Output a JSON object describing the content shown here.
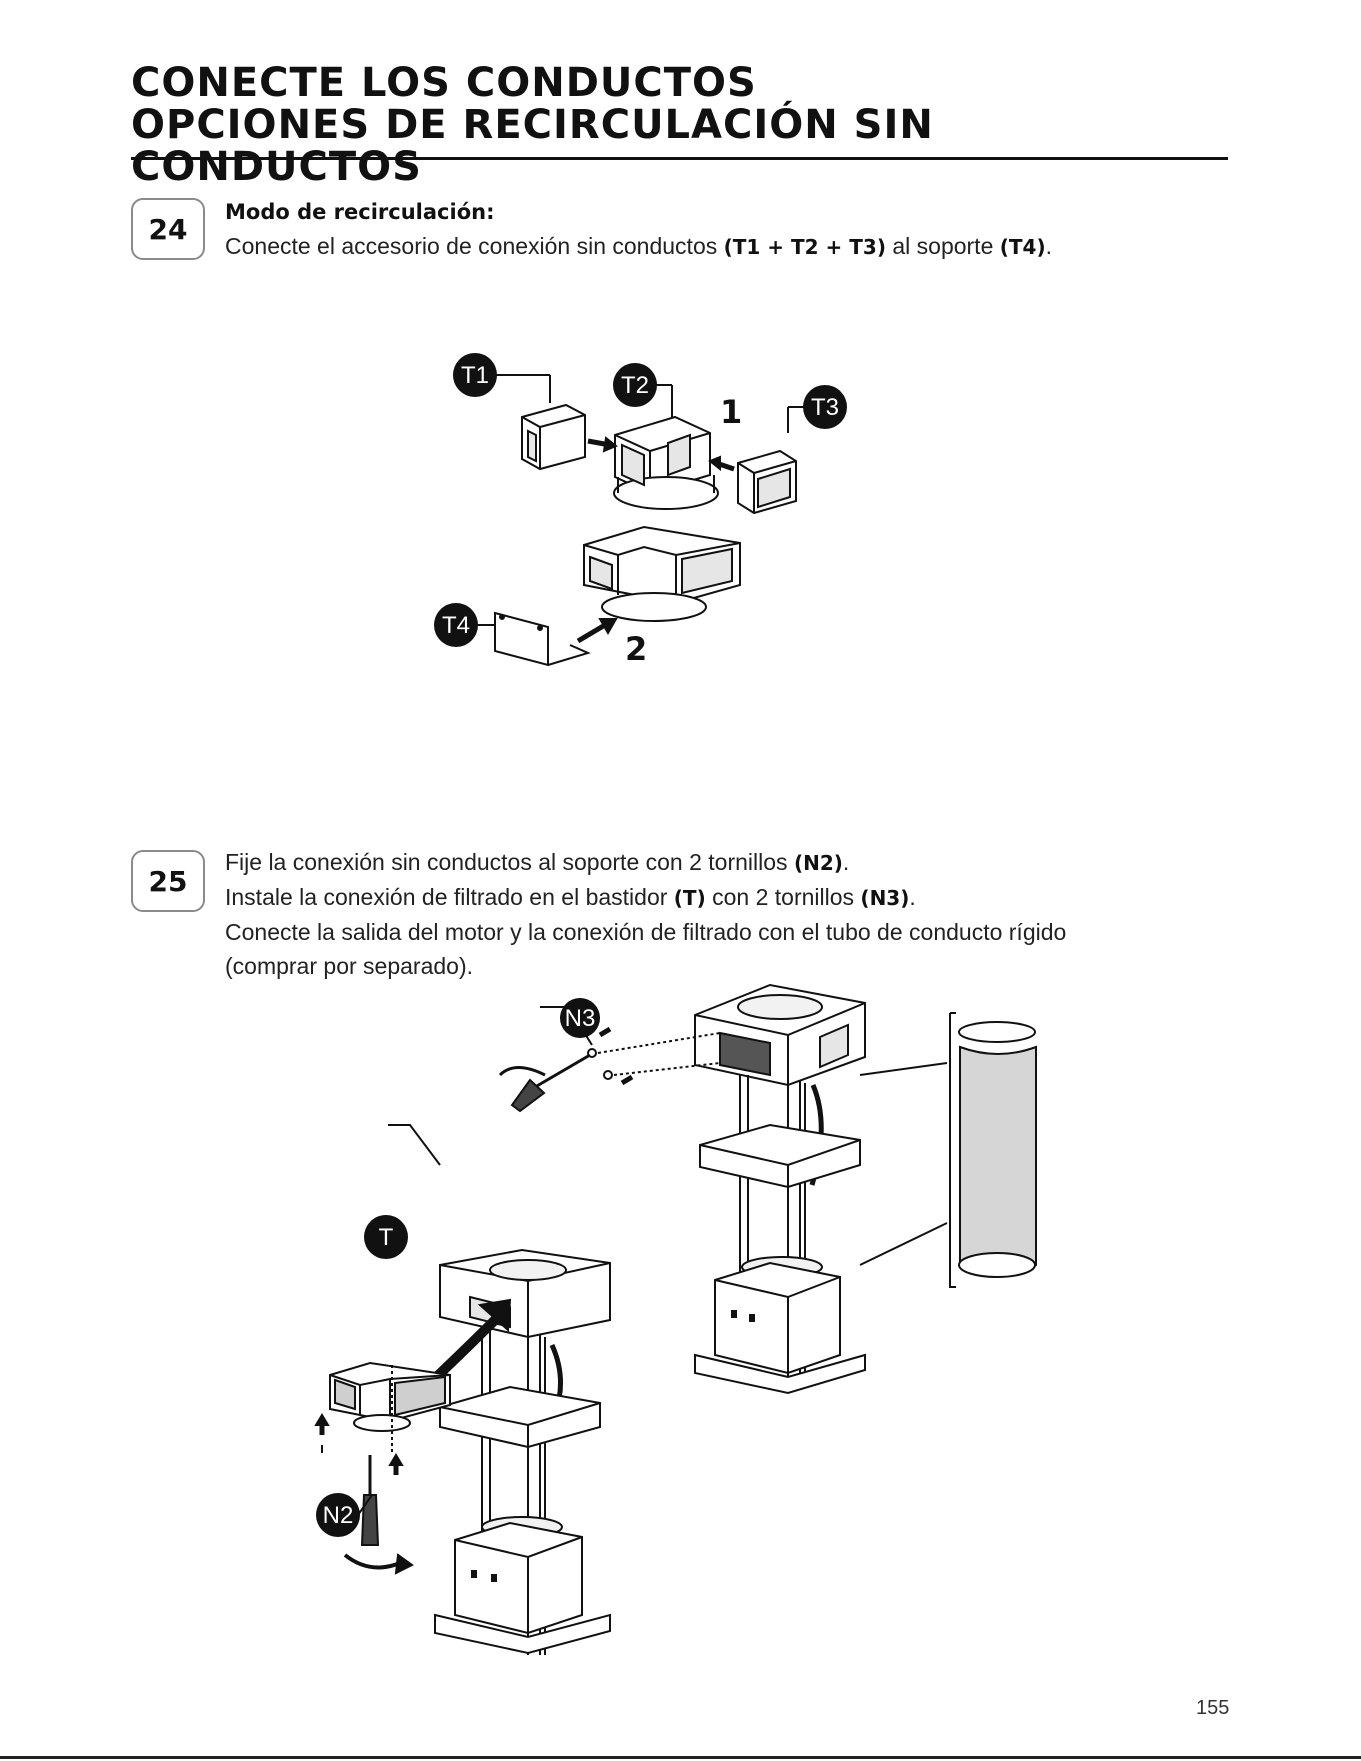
{
  "title": {
    "line1": "CONECTE LOS CONDUCTOS",
    "line2": "OPCIONES DE RECIRCULACIÓN SIN CONDUCTOS"
  },
  "step24": {
    "number": "24",
    "heading": "Modo de recirculación:",
    "text_a": "Conecte el accesorio de conexión sin conductos ",
    "bold_a": "(T1 + T2 + T3)",
    "text_b": " al soporte ",
    "bold_b": "(T4)",
    "text_c": ".",
    "callouts": {
      "t1": "T1",
      "t2": "T2",
      "t3": "T3",
      "t4": "T4"
    },
    "sub_steps": {
      "one": "1",
      "two": "2"
    }
  },
  "step25": {
    "number": "25",
    "line1_text": "Fije la conexión sin conductos al soporte con 2 tornillos ",
    "line1_bold": "(N2)",
    "line1_end": ".",
    "line2_text_a": "Instale la conexión de filtrado en el bastidor ",
    "line2_bold_a": "(T)",
    "line2_text_b": " con 2 tornillos ",
    "line2_bold_b": "(N3)",
    "line2_end": ".",
    "line3": "Conecte la salida del motor y la conexión de filtrado con el tubo de conducto rígido",
    "line4": "(comprar por separado).",
    "callouts": {
      "n3": "N3",
      "t": "T",
      "n2": "N2"
    }
  },
  "page_number": "155"
}
